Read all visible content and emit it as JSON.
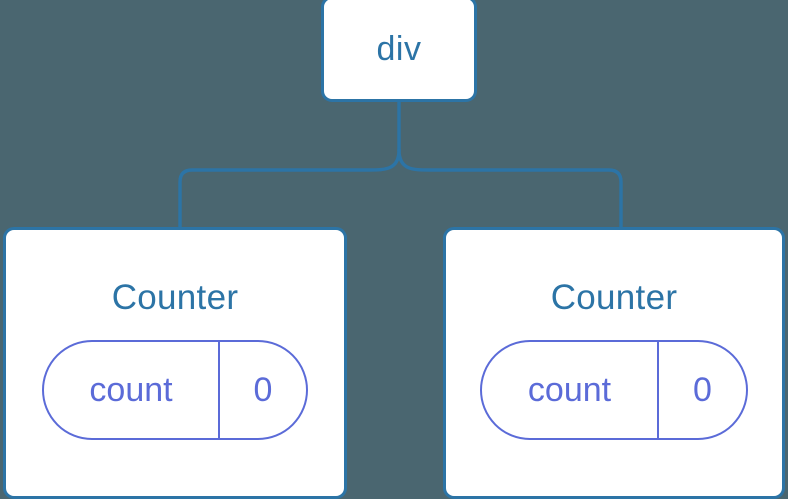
{
  "diagram": {
    "background_color": "#4a6670",
    "node_border_color": "#2c74a6",
    "node_text_color": "#2c74a6",
    "state_color": "#5b6bd8",
    "connector_color": "#2c74a6",
    "root": {
      "label": "div"
    },
    "children": [
      {
        "label": "Counter",
        "state": {
          "key": "count",
          "value": "0"
        }
      },
      {
        "label": "Counter",
        "state": {
          "key": "count",
          "value": "0"
        }
      }
    ]
  }
}
